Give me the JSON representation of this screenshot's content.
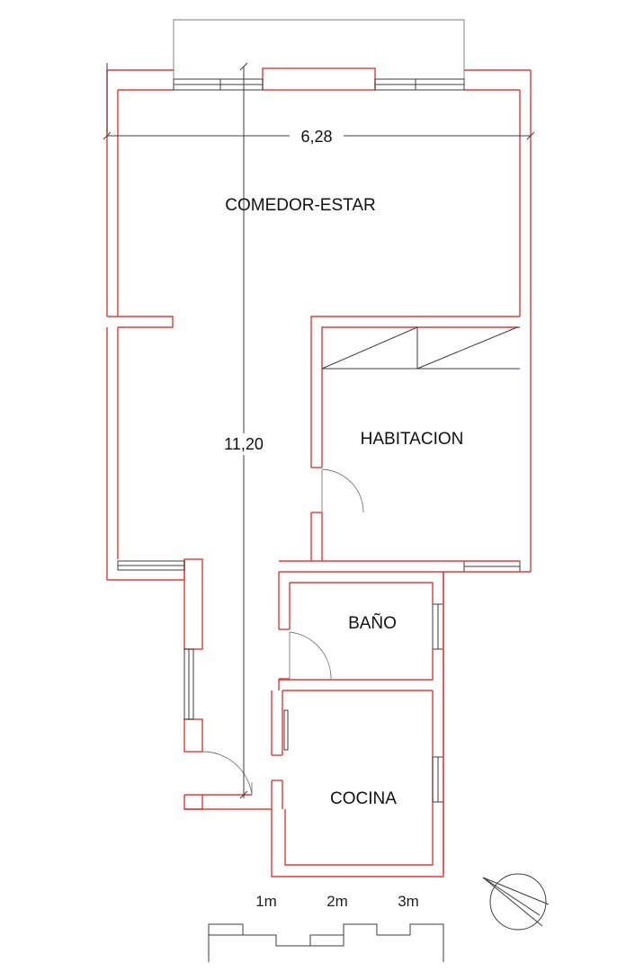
{
  "rooms": {
    "comedor": "COMEDOR-ESTAR",
    "habitacion": "HABITACION",
    "bano": "BAÑO",
    "cocina": "COCINA"
  },
  "dimensions": {
    "width": "6,28",
    "length": "11,20"
  },
  "scale": {
    "labels": [
      "1m",
      "2m",
      "3m"
    ]
  },
  "colors": {
    "walls": "#e23a3a",
    "lines": "#3c3c3c"
  }
}
